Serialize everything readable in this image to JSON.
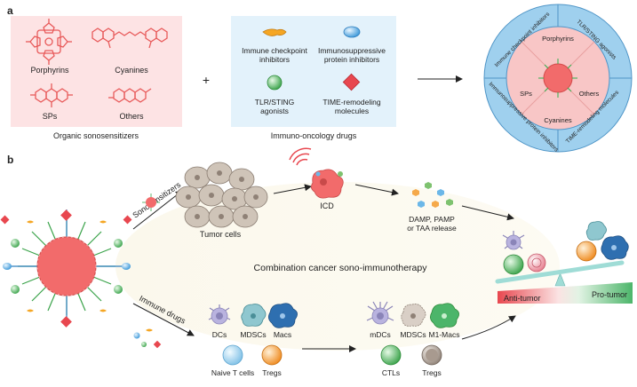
{
  "panel_a": {
    "letter": "a",
    "sonosensitizers": {
      "caption": "Organic sonosensitizers",
      "items": [
        "Porphyrins",
        "Cyanines",
        "SPs",
        "Others"
      ]
    },
    "plus": "+",
    "drugs": {
      "caption": "Immuno-oncology drugs",
      "items": [
        "Immune checkpoint inhibitors",
        "Immunosuppressive protein inhibitors",
        "TLR/STING agonists",
        "TIME-remodeling molecules"
      ]
    },
    "wheel": {
      "inner": [
        "Porphyrins",
        "SPs",
        "Others",
        "Cyanines"
      ],
      "outer": [
        "Immune checkpoint inhibitors",
        "TLR/STING agonists",
        "TIME-remodeling molecules",
        "Immunosuppressive protein inhibitors"
      ]
    }
  },
  "panel_b": {
    "letter": "b",
    "arrow_top": "Sonosensitizers",
    "arrow_bottom": "Immune drugs",
    "tumor_cells": "Tumor cells",
    "icd": "ICD",
    "release": [
      "DAMP, PAMP",
      "or TAA release"
    ],
    "center": "Combination cancer sono-immunotherapy",
    "before_cells": [
      "DCs",
      "MDSCs",
      "Macs",
      "Naive T cells",
      "Tregs"
    ],
    "after_cells": [
      "mDCs",
      "MDSCs",
      "M1-Macs",
      "CTLs",
      "Tregs"
    ],
    "anti": "Anti-tumor",
    "pro": "Pro-tumor"
  },
  "colors": {
    "pink_box": "#fde3e4",
    "blue_box": "#e3f2fb",
    "nanoparticle": "#f26b6b",
    "wheel_outer": "#9fd0ee",
    "wheel_inner": "#f8c6c6",
    "anti": "#e8474f",
    "pro": "#4cb56a"
  }
}
